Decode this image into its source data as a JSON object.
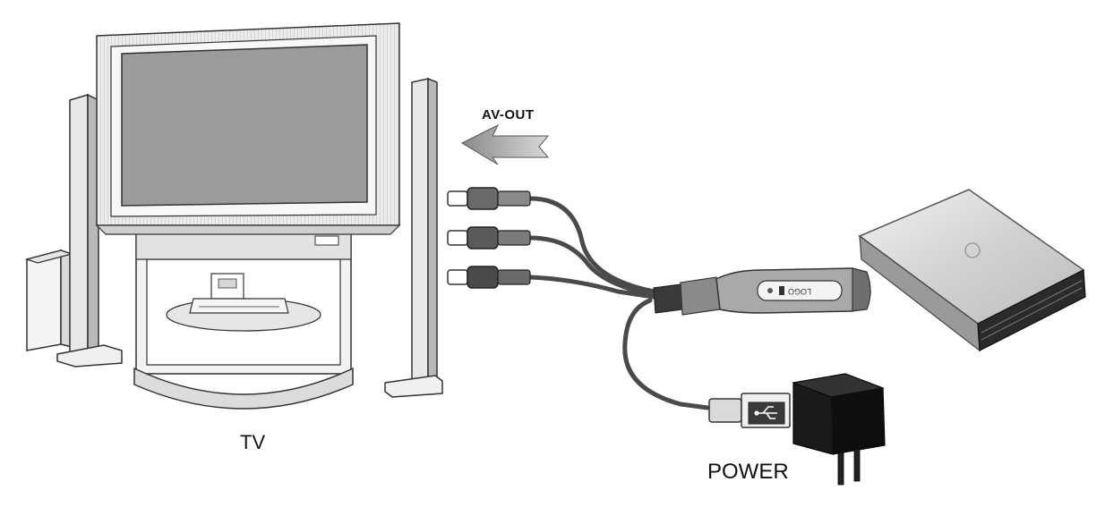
{
  "labels": {
    "tv": "TV",
    "power": "POWER",
    "av_out": "AV-OUT",
    "dongle_logo": "LOGO"
  },
  "icons": {
    "arrow": "left-arrow-icon",
    "usb": "usb-icon"
  },
  "colors": {
    "line": "#333333",
    "screen": "#9b9b9b",
    "cable": "#4a4a4a",
    "adapter": "#1a1a1a",
    "drive": "#cfcfcf"
  }
}
